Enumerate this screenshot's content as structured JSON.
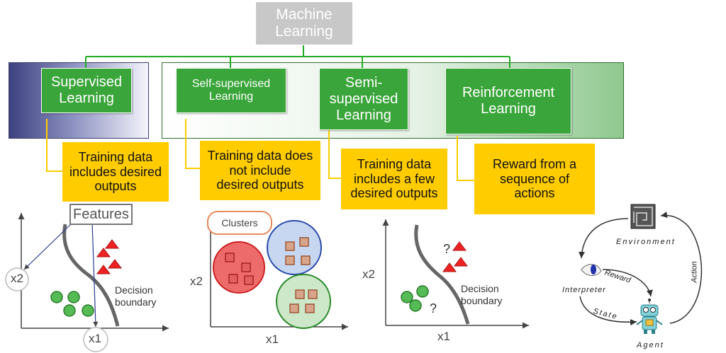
{
  "root": {
    "title": "Machine\nLearning"
  },
  "categories": [
    {
      "id": "supervised",
      "title": "Supervised\nLearning",
      "description": "Training data\nincludes desired\noutputs"
    },
    {
      "id": "self-supervised",
      "title": "Self-supervised\nLearning",
      "description": "Training data does\nnot include\ndesired outputs"
    },
    {
      "id": "semi-supervised",
      "title": "Semi-\nsupervised\nLearning",
      "description": "Training data\nincludes a few\ndesired outputs"
    },
    {
      "id": "reinforcement",
      "title": "Reinforcement\nLearning",
      "description": "Reward from a\nsequence of\nactions"
    }
  ],
  "supervised_plot": {
    "features_label": "Features",
    "x1_label": "x1",
    "x2_label": "x2",
    "boundary_label": "Decision\nboundary"
  },
  "clustering_plot": {
    "clusters_label": "Clusters",
    "x1_label": "x1",
    "x2_label": "x2"
  },
  "semi_plot": {
    "x1_label": "x1",
    "x2_label": "x2",
    "boundary_label": "Decision\nboundary",
    "unknown_mark": "?"
  },
  "rl_loop": {
    "environment": "Environment",
    "interpreter": "Interpreter",
    "reward": "Reward",
    "state": "State",
    "action": "Action",
    "agent": "Agent"
  },
  "colors": {
    "green_box": "#3aa53a",
    "yellow_box": "#ffcc00",
    "supervised_panel": "#5a5f9a",
    "other_panel": "#3f9a3f",
    "connector": "#22aa22",
    "root_box": "#c8c8c8"
  }
}
